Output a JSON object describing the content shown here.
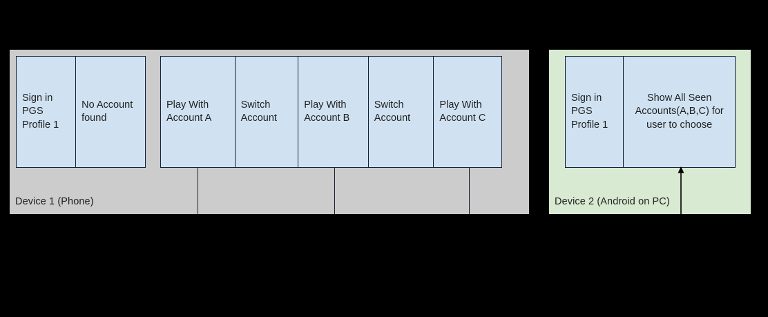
{
  "colors": {
    "background": "#000000",
    "phone_panel": "#cccccc",
    "pc_panel": "#d8ead2",
    "step_fill": "#d0e2f2",
    "stroke": "#14213a",
    "text": "#1f1f1f"
  },
  "devices": [
    {
      "id": "device-1",
      "label": "Device 1 (Phone)",
      "fill": "#cccccc",
      "groups": [
        {
          "id": "group-a",
          "steps": [
            {
              "text": "Sign in PGS Profile 1"
            },
            {
              "text": "No Account found"
            }
          ]
        },
        {
          "id": "group-b",
          "steps": [
            {
              "text": "Play With Account A"
            },
            {
              "text": "Switch Account"
            },
            {
              "text": "Play With Account B"
            },
            {
              "text": "Switch Account"
            },
            {
              "text": "Play With Account C"
            }
          ]
        }
      ]
    },
    {
      "id": "device-2",
      "label": "Device 2 (Android on PC)",
      "fill": "#d8ead2",
      "groups": [
        {
          "id": "group-c",
          "steps": [
            {
              "text": "Sign in PGS Profile 1"
            },
            {
              "text": "Show All Seen Accounts(A,B,C) for user to choose"
            }
          ]
        }
      ]
    }
  ],
  "connectors": [
    {
      "id": "arrow-to-accounts",
      "direction": "up",
      "from": "device-1-flow",
      "to": "show-all-seen-accounts-box"
    }
  ]
}
